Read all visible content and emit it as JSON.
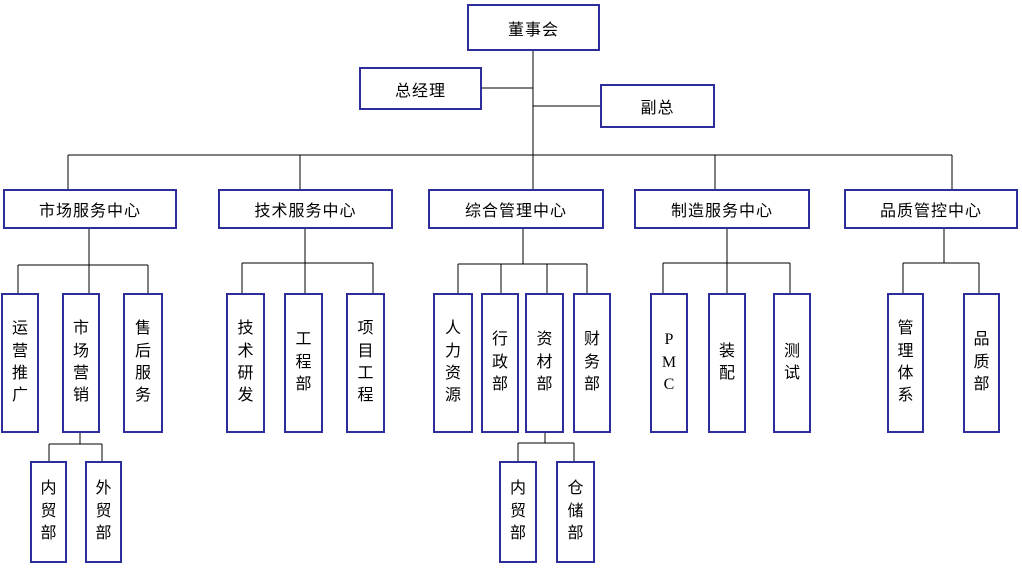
{
  "org": {
    "board": "董事会",
    "general_manager": "总经理",
    "deputy_general_manager": "副总",
    "centers": [
      {
        "label": "市场服务中心",
        "departments": [
          {
            "label": "运营推广"
          },
          {
            "label": "市场营销",
            "sub": [
              {
                "label": "内贸部"
              },
              {
                "label": "外贸部"
              }
            ]
          },
          {
            "label": "售后服务"
          }
        ]
      },
      {
        "label": "技术服务中心",
        "departments": [
          {
            "label": "技术研发"
          },
          {
            "label": "工程部"
          },
          {
            "label": "项目工程"
          }
        ]
      },
      {
        "label": "综合管理中心",
        "departments": [
          {
            "label": "人力资源"
          },
          {
            "label": "行政部"
          },
          {
            "label": "资材部",
            "sub": [
              {
                "label": "内贸部"
              },
              {
                "label": "仓储部"
              }
            ]
          },
          {
            "label": "财务部"
          }
        ]
      },
      {
        "label": "制造服务中心",
        "departments": [
          {
            "label": "PMC"
          },
          {
            "label": "装配"
          },
          {
            "label": "测试"
          }
        ]
      },
      {
        "label": "品质管控中心",
        "departments": [
          {
            "label": "管理体系"
          },
          {
            "label": "品质部"
          }
        ]
      }
    ]
  },
  "colors": {
    "box_border": "#2E2E9B",
    "connector": "#000000",
    "text": "#000000",
    "background": "#FFFFFF"
  }
}
